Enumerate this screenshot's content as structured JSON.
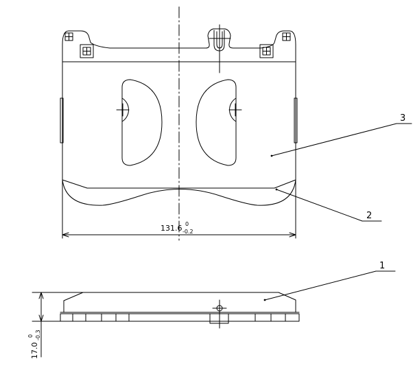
{
  "callouts": [
    {
      "label": "3"
    },
    {
      "label": "2"
    },
    {
      "label": "1"
    }
  ],
  "dimensions": {
    "width": {
      "value": "131.6",
      "upper_tol": "0",
      "lower_tol": "-0.2"
    },
    "thickness": {
      "value": "17.0",
      "upper_tol": "0",
      "lower_tol": "-0.3"
    }
  }
}
